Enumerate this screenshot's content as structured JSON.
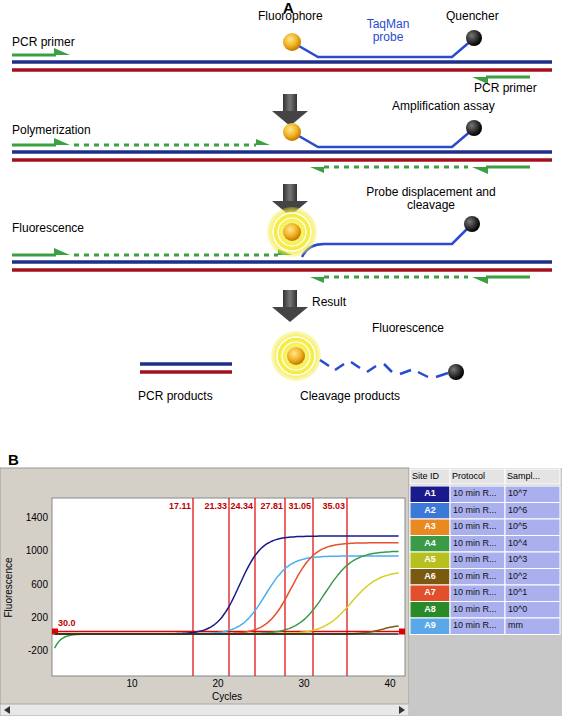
{
  "diagram": {
    "labels": [
      "A",
      "PCR primer",
      "Fluorophore",
      "Quencher",
      "TaqMan probe",
      "PCR primer",
      "Polymerization",
      "Amplification assay",
      "Fluorescence",
      "Probe displacement and cleavage",
      "Result",
      "Fluorescence",
      "PCR products",
      "Cleavage products",
      "B",
      "1400",
      "1000",
      "600",
      "200",
      "-200",
      "10",
      "20",
      "30",
      "40",
      "Fluorescence",
      "Cycles",
      "17.11",
      "21.33",
      "24.34",
      "27.81",
      "31.05",
      "35.03",
      "30.0",
      "Site ID",
      "Protocol",
      "Sampl...",
      "A1",
      "10 min R...",
      "10^7",
      "A2",
      "10 min R...",
      "10^6",
      "A3",
      "10 min R...",
      "10^5",
      "A4",
      "10 min R...",
      "10^4",
      "A5",
      "10 min R...",
      "10^3",
      "A6",
      "10 min R...",
      "10^2",
      "A7",
      "10 min R...",
      "10^1",
      "A8",
      "10 min R...",
      "10^0",
      "A9",
      "10 min R...",
      "mm"
    ]
  }
}
